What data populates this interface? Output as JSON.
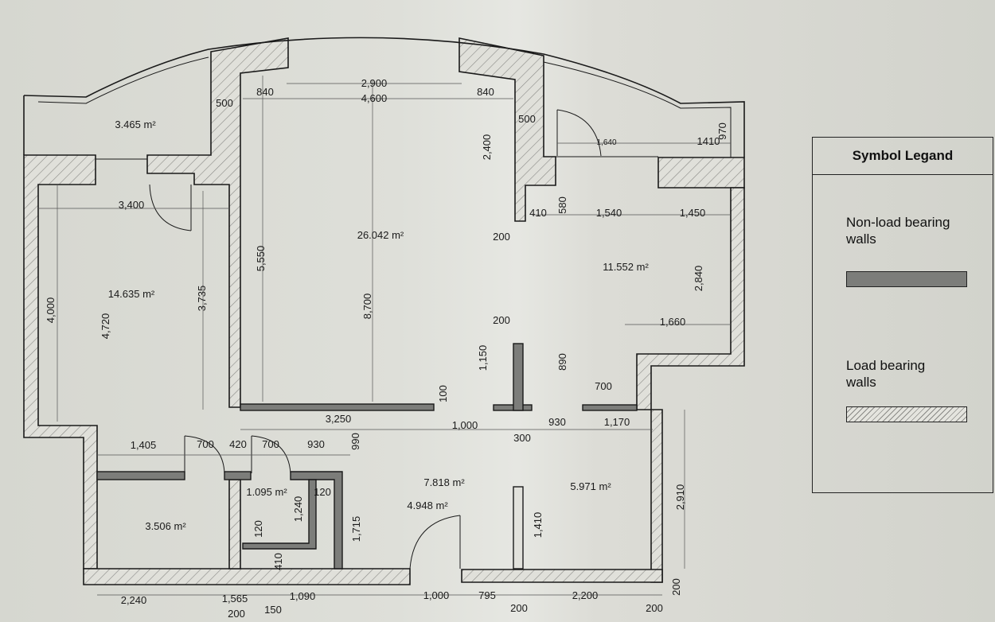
{
  "legend": {
    "title": "Symbol Legand",
    "non_load_bearing": "Non-load bearing walls",
    "load_bearing": "Load bearing walls"
  },
  "rooms": [
    "3.465 m²",
    "26.042 m²",
    "11.552 m²",
    "14.635 m²",
    "1.095 m²",
    "7.818 m²",
    "5.971 m²",
    "4.948 m²",
    "3.506 m²"
  ],
  "dimensions": [
    "500",
    "840",
    "2,900",
    "4,600",
    "840",
    "500",
    "2,400",
    "1,640",
    "1410",
    "970",
    "3,400",
    "410",
    "580",
    "1,540",
    "1,450",
    "5,550",
    "200",
    "2,840",
    "4,000",
    "4,720",
    "3,735",
    "8,700",
    "200",
    "1,660",
    "1,150",
    "890",
    "700",
    "100",
    "3,250",
    "1,000",
    "930",
    "1,170",
    "300",
    "1,405",
    "700",
    "420",
    "700",
    "930",
    "990",
    "2,910",
    "120",
    "1,240",
    "120",
    "1,715",
    "1,410",
    "410",
    "2,240",
    "1,565",
    "1,090",
    "1,000",
    "795",
    "2,200",
    "200",
    "200",
    "150",
    "200",
    "200"
  ],
  "colors": {
    "paper": "#dedfd9",
    "wall_outline": "#1a1a1a",
    "non_load_wall": "#7c7d7a",
    "hatch": "#8a8a86"
  }
}
